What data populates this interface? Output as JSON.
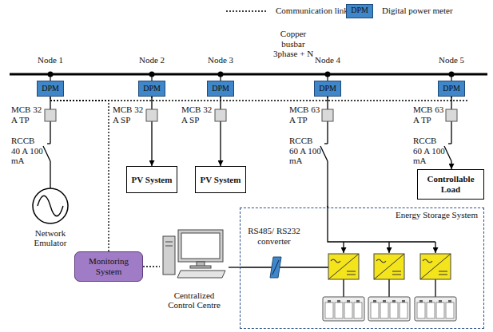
{
  "diagram": {
    "nodes": [
      {
        "text": [
          "DPM"
        ]
      },
      {
        "text": [
          "DPM"
        ]
      },
      {
        "text": [
          "DPM"
        ]
      },
      {
        "text": [
          "DPM"
        ]
      },
      {
        "text": [
          "DPM"
        ]
      },
      {
        "text": [
          "Network Emulator"
        ]
      },
      {
        "text": [
          "PV System"
        ]
      },
      {
        "text": [
          "PV System"
        ]
      },
      {
        "text": [
          "Controllable Load"
        ]
      },
      {
        "text": [
          "Monitoring System"
        ]
      },
      {
        "text": [
          "Centralized Control Centre"
        ]
      },
      {
        "text": [
          "Energy Storage System"
        ]
      }
    ],
    "edges": [
      {
        "from": 0,
        "to": 5,
        "arrow": "none"
      },
      {
        "from": 1,
        "to": 6,
        "arrow": "to"
      },
      {
        "from": 2,
        "to": 7,
        "arrow": "to"
      },
      {
        "from": 3,
        "to": 11,
        "arrow": "none"
      },
      {
        "from": 4,
        "to": 8,
        "arrow": "to"
      },
      {
        "from": 9,
        "to": 0,
        "arrow": "none"
      },
      {
        "from": 9,
        "to": 10,
        "arrow": "none"
      },
      {
        "from": 10,
        "to": 11,
        "arrow": "none"
      }
    ],
    "labels": [
      "Copper busbar 3phase + N",
      "Node 1",
      "Node 2",
      "Node 3",
      "Node 4",
      "Node 5",
      "MCB 32 A TP",
      "MCB 32 A SP",
      "MCB 32 A SP",
      "MCB 63 A TP",
      "MCB 63 A TP",
      "RCCB 40 A 100 mA",
      "RCCB 60 A 100 mA",
      "RCCB 60 A 100 mA",
      "RS485/ RS232 converter",
      "DPM"
    ],
    "legend": [
      {
        "text": "Communication link"
      },
      {
        "text": "Digital power meter",
        "color": "#3f87c9"
      }
    ]
  }
}
